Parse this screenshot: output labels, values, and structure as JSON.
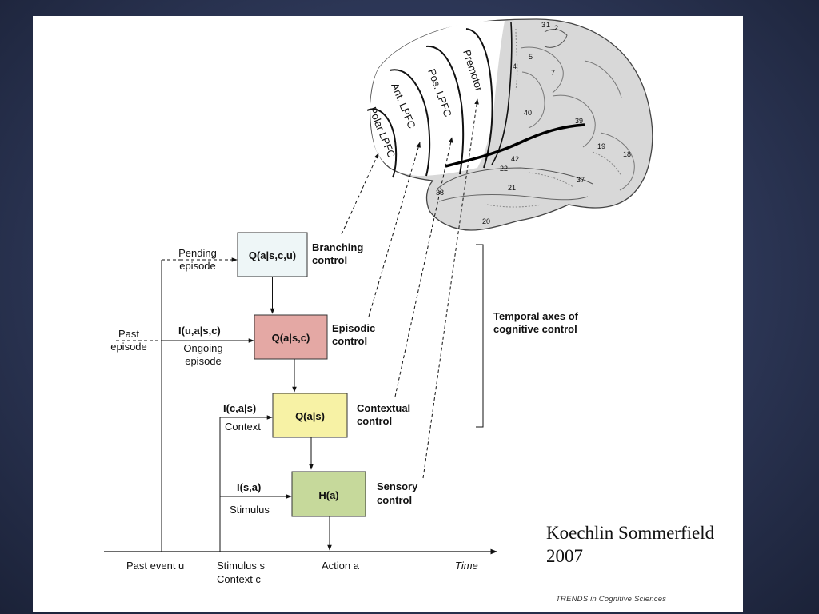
{
  "brain": {
    "regions": [
      "Polar LPFC",
      "Ant. LPFC",
      "Pos. LPFC",
      "Premotor"
    ],
    "area_numbers": [
      "3",
      "1",
      "2",
      "5",
      "7",
      "40",
      "39",
      "19",
      "18",
      "37",
      "22",
      "42",
      "21",
      "38",
      "20",
      "4"
    ]
  },
  "boxes": {
    "branching": {
      "label": "Q(a|s,c,u)",
      "caption_1": "Branching",
      "caption_2": "control",
      "color": "#eef6f7"
    },
    "episodic": {
      "label": "Q(a|s,c)",
      "caption_1": "Episodic",
      "caption_2": "control",
      "color": "#e4a8a4"
    },
    "contextual": {
      "label": "Q(a|s)",
      "caption_1": "Contextual",
      "caption_2": "control",
      "color": "#f7f2a5"
    },
    "sensory": {
      "label": "H(a)",
      "caption_1": "Sensory",
      "caption_2": "control",
      "color": "#c6d99b"
    }
  },
  "inputs": {
    "pending": [
      "Pending",
      "episode"
    ],
    "past": [
      "Past",
      "episode"
    ],
    "i_episode": "I(u,a|s,c)",
    "ongoing": [
      "Ongoing",
      "episode"
    ],
    "i_context": "I(c,a|s)",
    "context": "Context",
    "i_stimulus": "I(s,a)",
    "stimulus": "Stimulus"
  },
  "timeline": {
    "past_event": "Past event u",
    "stimulus": "Stimulus s",
    "context": "Context c",
    "action": "Action a",
    "time": "Time"
  },
  "bracket_label": [
    "Temporal axes of",
    "cognitive control"
  ],
  "credit": {
    "line1": "Koechlin Sommerfield",
    "line2": "2007"
  },
  "journal": "TRENDS in Cognitive Sciences"
}
